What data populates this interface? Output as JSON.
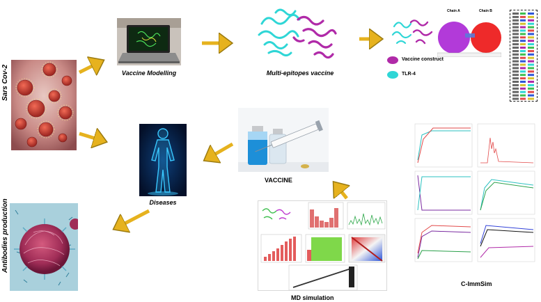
{
  "labels": {
    "sars": "Sars Cov-2",
    "antibodies": "Antibodies production",
    "vaccine_modelling": "Vaccine Modelling",
    "multi_epitopes": "Multi-epitopes vaccine",
    "diseases": "Diseases",
    "vaccine": "VACCINE",
    "md_simulation": "MD simulation",
    "cimmsim": "C-ImmSim"
  },
  "legend": {
    "vaccine_construct": "Vaccine construct",
    "tlr4": "TLR-4"
  },
  "venn": {
    "chain_a": "Chain A",
    "chain_b": "Chain B"
  },
  "colors": {
    "arrow": "#e6b21e",
    "vaccine_construct": "#b02aa8",
    "tlr4": "#2fd6d6",
    "chain_a": "#b23ad9",
    "chain_b": "#ee2a2a",
    "virus_bg": "#c98a86",
    "body_bg": "#061a3a",
    "cell_bg": "#a9d0dc"
  }
}
